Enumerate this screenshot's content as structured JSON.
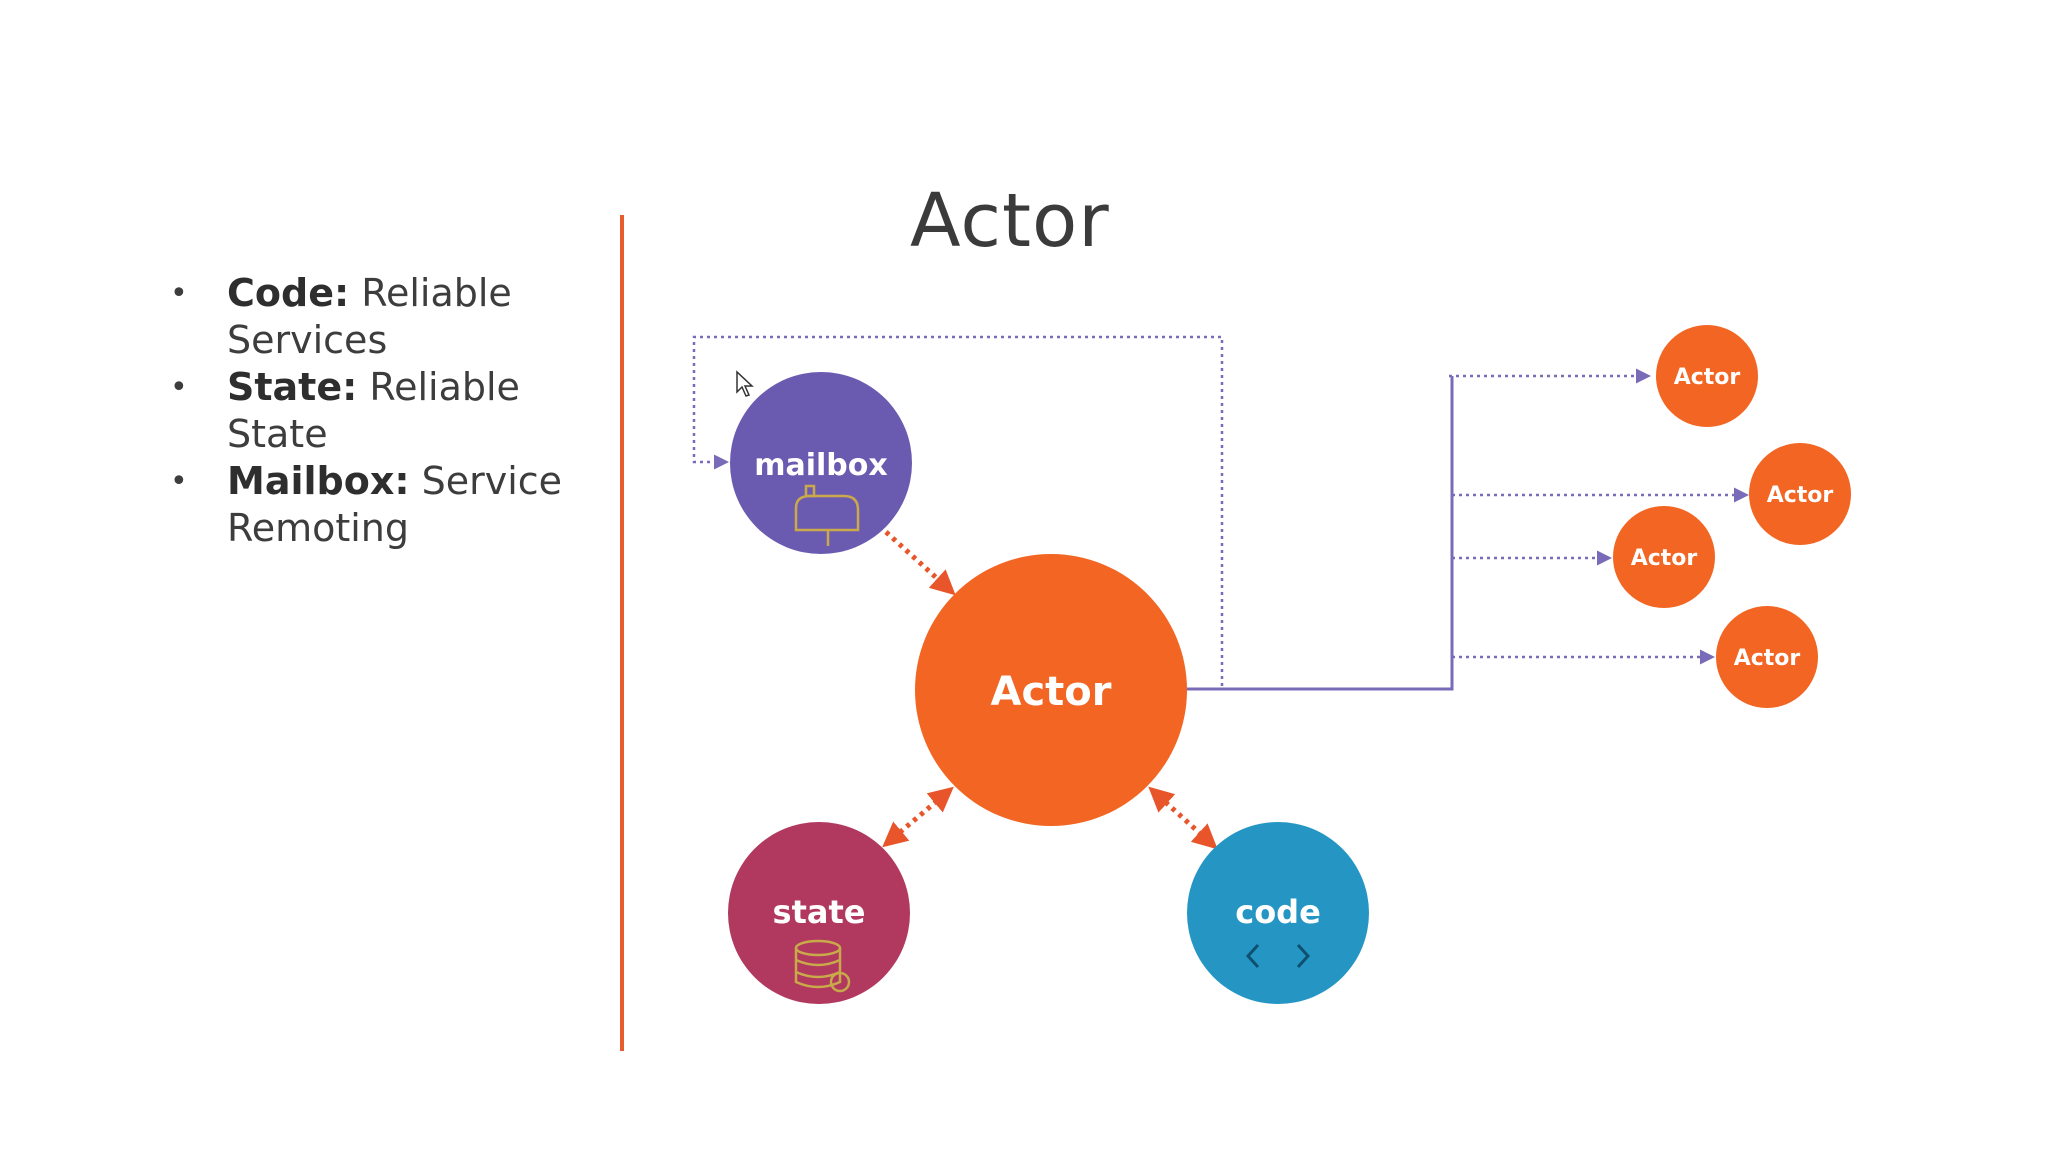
{
  "slide": {
    "title": "Actor",
    "bullets": [
      {
        "key": "Code:",
        "text": " Reliable Services"
      },
      {
        "key": "State:",
        "text": " Reliable State"
      },
      {
        "key": "Mailbox:",
        "text": " Service Remoting"
      }
    ]
  },
  "diagram": {
    "center": {
      "label": "Actor",
      "color": "#f26522"
    },
    "mailbox": {
      "label": "mailbox",
      "color": "#6b5bb0",
      "icon": "mailbox-icon"
    },
    "state": {
      "label": "state",
      "color": "#b1385e",
      "icon": "database-icon"
    },
    "code": {
      "label": "code",
      "color": "#2596c4",
      "icon": "code-brackets-icon"
    },
    "remote_actors": [
      {
        "label": "Actor"
      },
      {
        "label": "Actor"
      },
      {
        "label": "Actor"
      },
      {
        "label": "Actor"
      }
    ],
    "arrow_color": "#e8552a",
    "connector_color": "#7a6bb8",
    "accent_color": "#e85d2f"
  }
}
